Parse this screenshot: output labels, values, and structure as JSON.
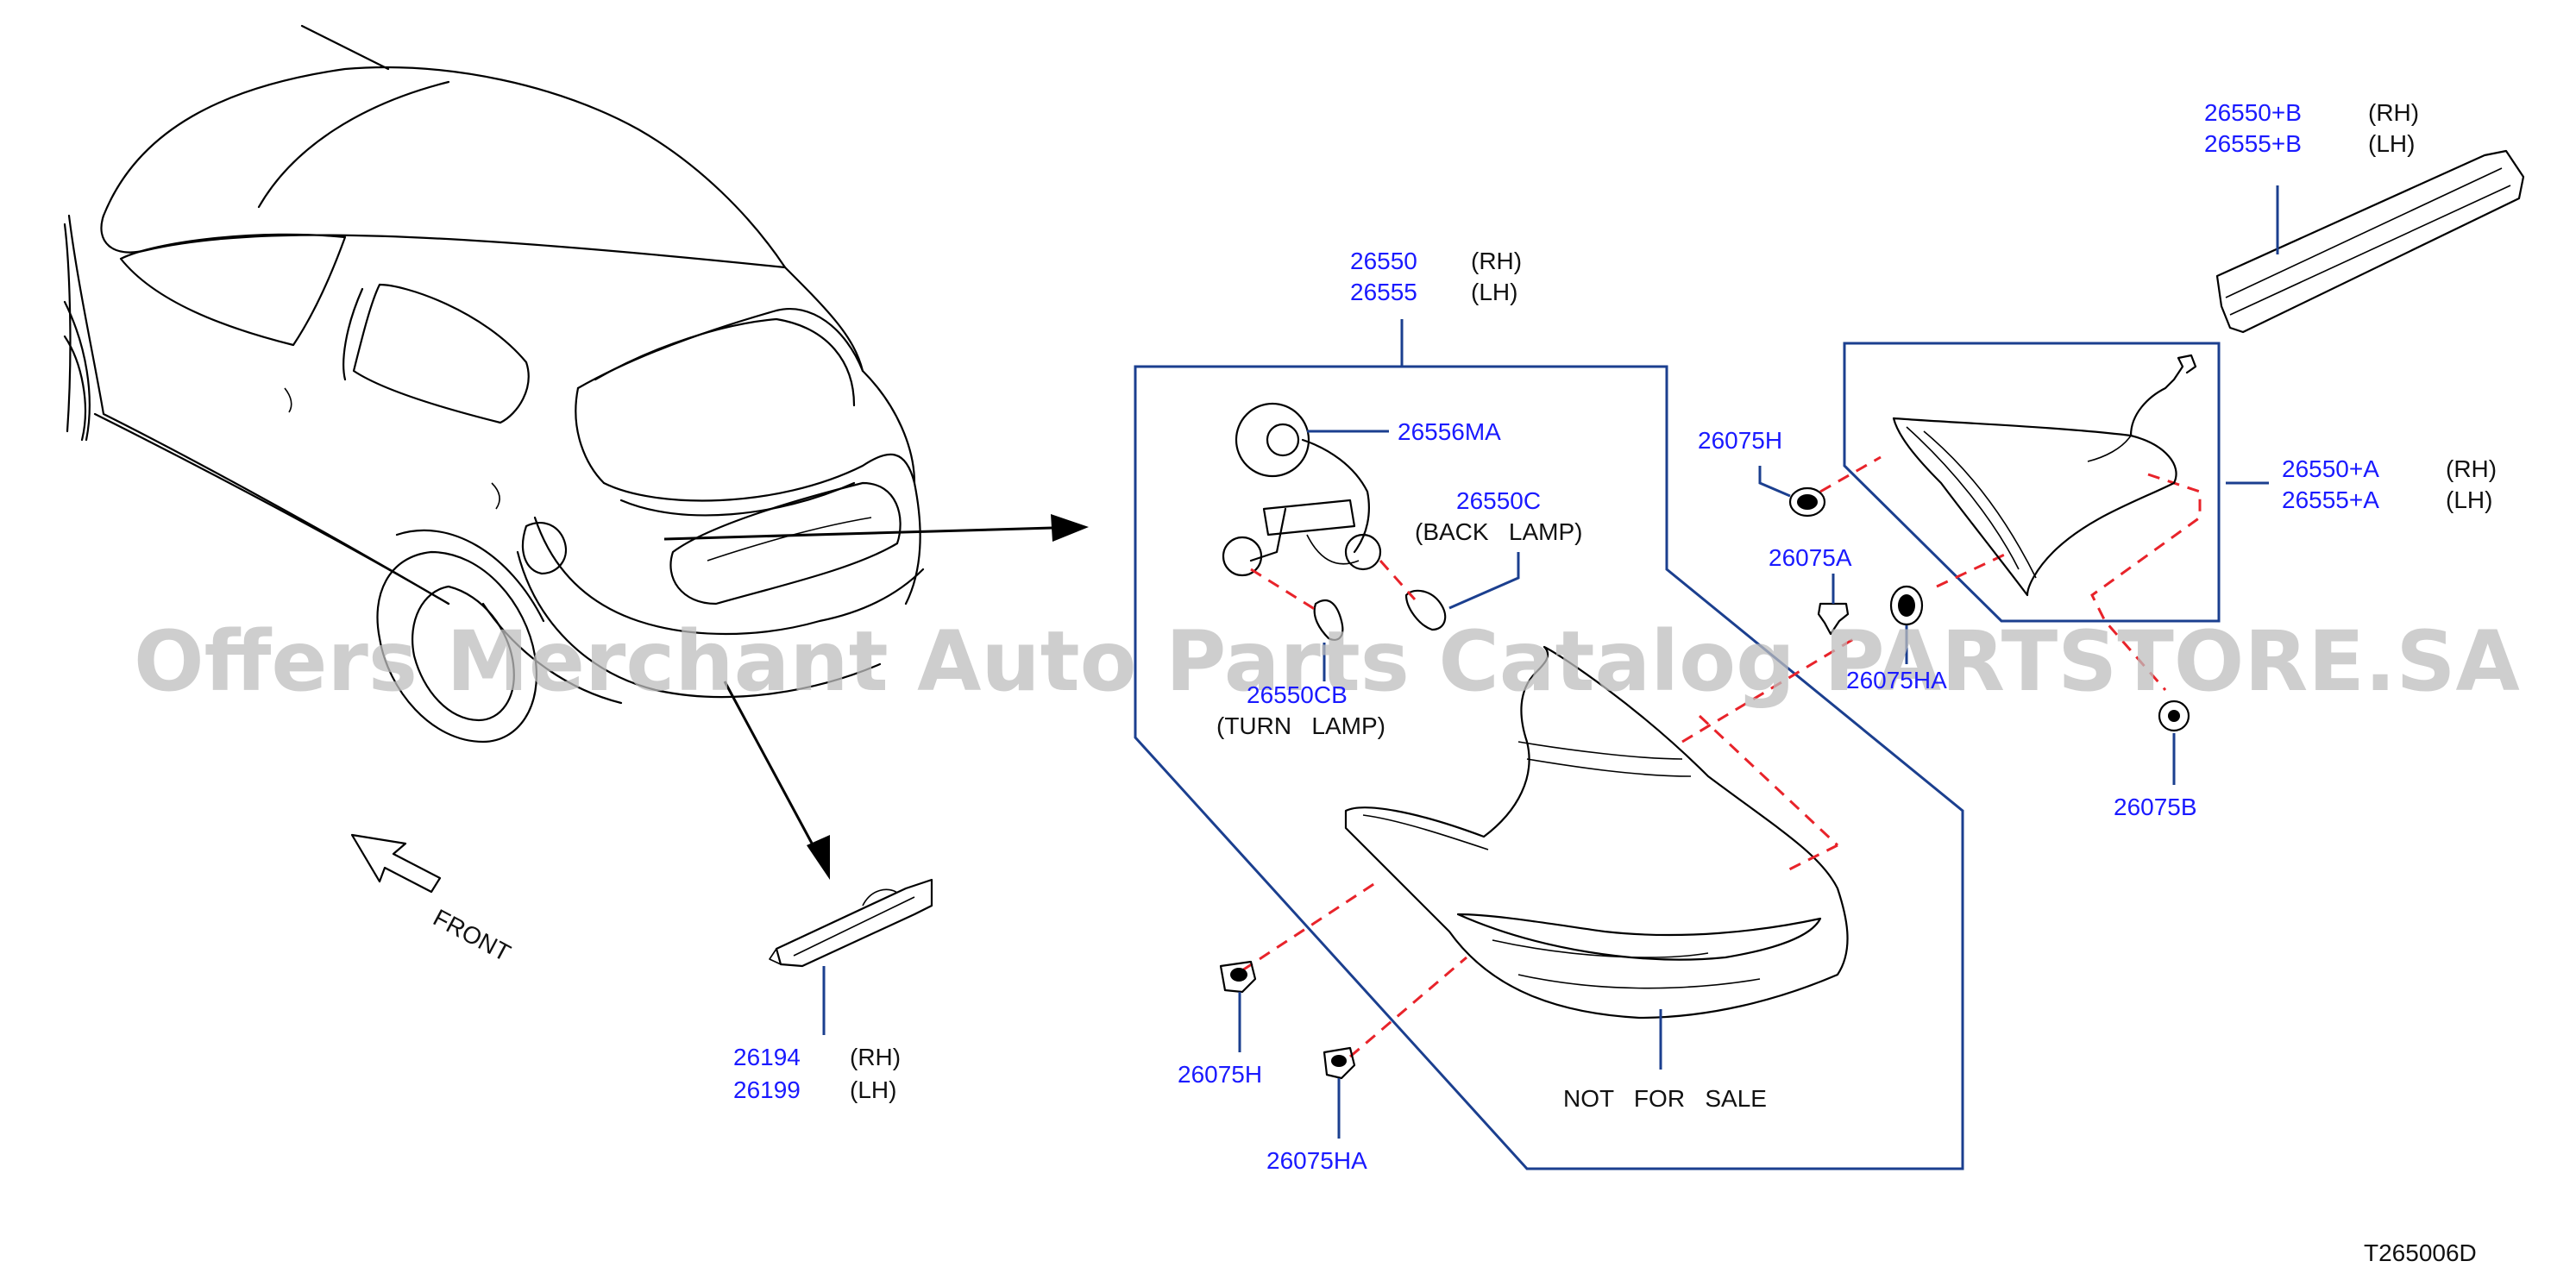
{
  "labels": {
    "strip_rh": "26550+B",
    "strip_rh_side": "(RH)",
    "strip_lh": "26555+B",
    "strip_lh_side": "(LH)",
    "lamp_rh": "26550",
    "lamp_rh_side": "(RH)",
    "lamp_lh": "26555",
    "lamp_lh_side": "(LH)",
    "socket": "26556MA",
    "back_bulb": "26550C",
    "back_bulb_note": "(BACK   LAMP)",
    "turn_bulb": "26550CB",
    "turn_bulb_note": "(TURN   LAMP)",
    "grommet_top": "26075H",
    "clip_top": "26075A",
    "grommet_mid": "26075HA",
    "inner_rh": "26550+A",
    "inner_rh_side": "(RH)",
    "inner_lh": "26555+A",
    "inner_lh_side": "(LH)",
    "washer": "26075B",
    "grommet_bottom": "26075H",
    "grommet_bottom2": "26075HA",
    "not_for_sale": "NOT   FOR   SALE",
    "reflex_rh": "26194",
    "reflex_rh_side": "(RH)",
    "reflex_lh": "26199",
    "reflex_lh_side": "(LH)",
    "front": "FRONT",
    "diagram_code": "T265006D"
  },
  "watermark": "Offers Merchant Auto Parts Catalog PARTSTORE.SA",
  "colors": {
    "part_number": "#1a1aff",
    "callout_box": "#1b3f8f",
    "dashed_guide": "#e8232a",
    "watermark": "#bdbdbd"
  }
}
